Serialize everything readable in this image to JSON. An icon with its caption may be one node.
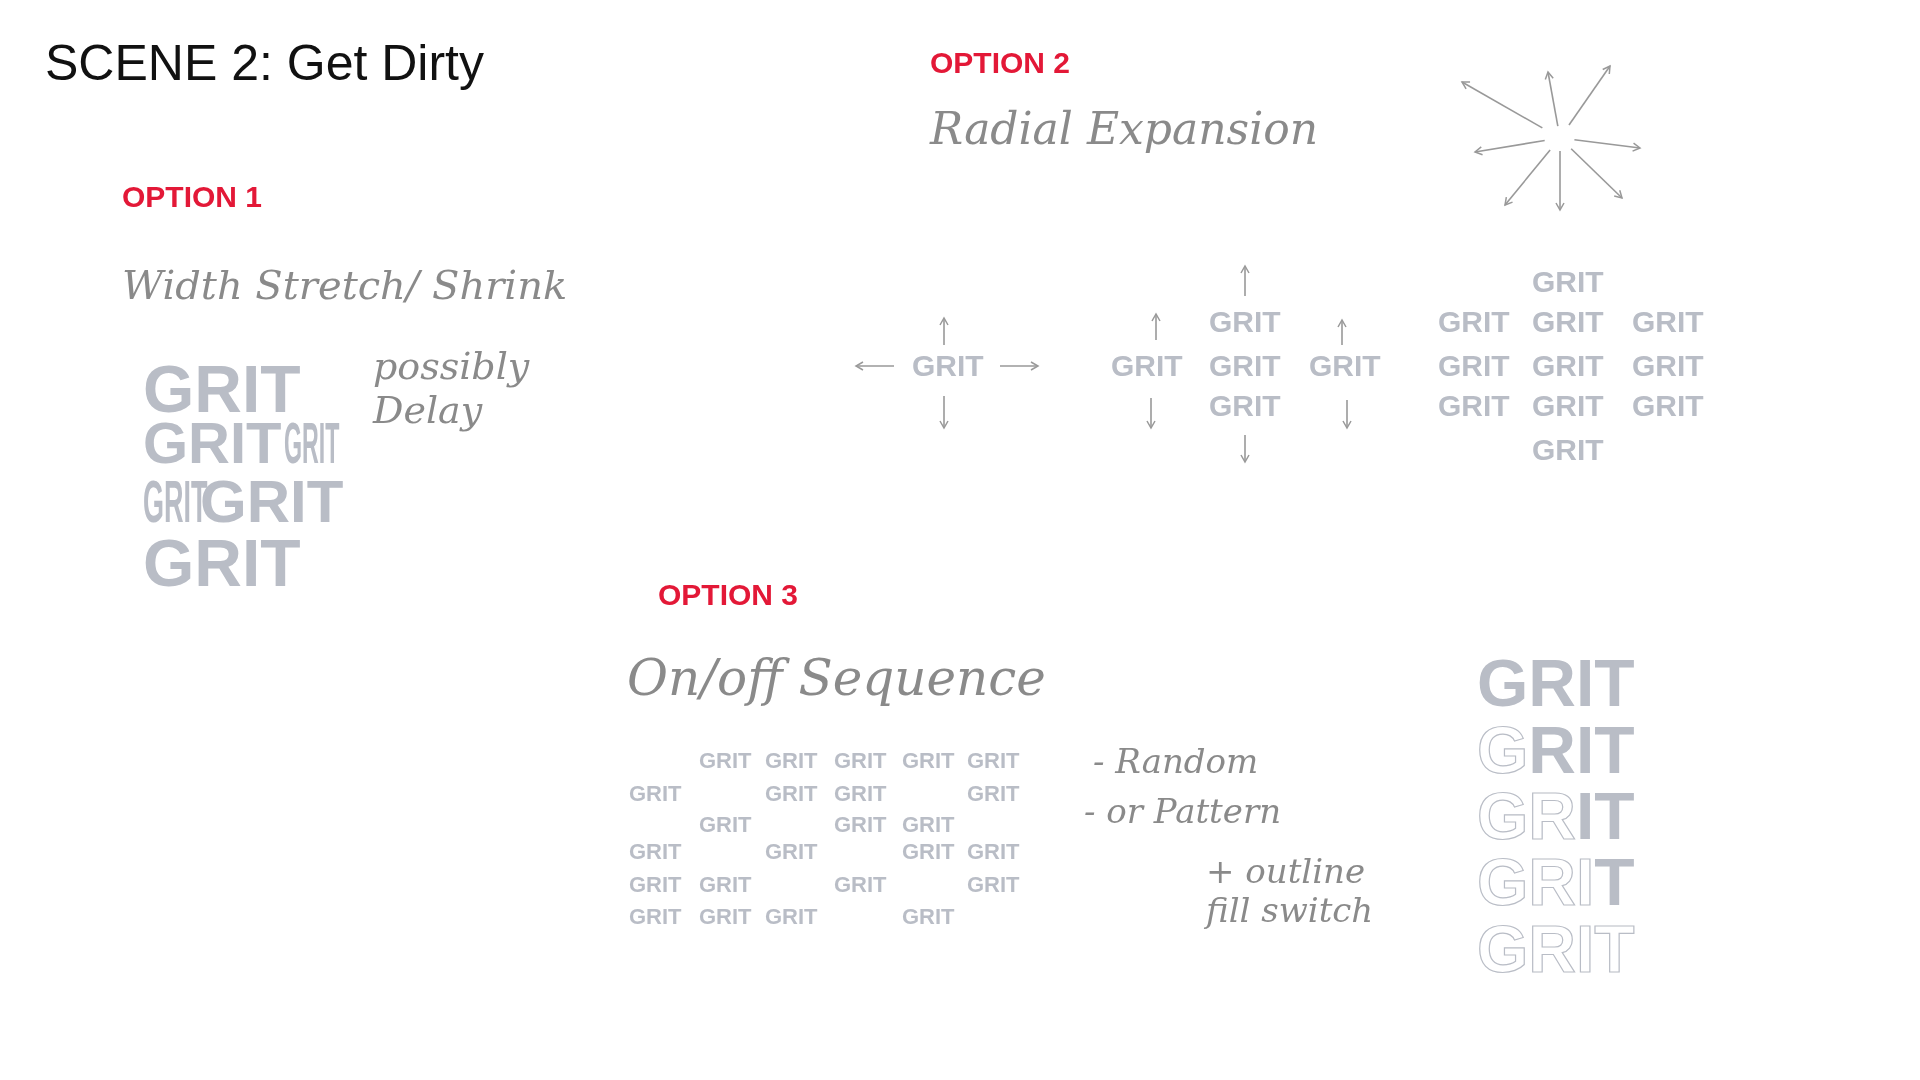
{
  "diagram": {
    "title": "SCENE 2: Get Dirty",
    "labels": [
      "OPTION 1",
      "Width Stretch/ Shrink",
      "possibly Delay",
      "GRIT",
      "GRIT",
      "GRIT",
      "GRIT",
      "GRIT",
      "GRIT",
      "OPTION 2",
      "Radial Expansion",
      "GRIT",
      "GRIT",
      "GRIT",
      "GRIT",
      "GRIT",
      "GRIT",
      "GRIT",
      "GRIT",
      "GRIT",
      "GRIT",
      "GRIT",
      "GRIT",
      "GRIT",
      "GRIT",
      "GRIT",
      "GRIT",
      "GRIT",
      "OPTION 3",
      "On/off Sequence",
      "GRIT",
      "GRIT",
      "GRIT",
      "GRIT",
      "GRIT",
      "GRIT",
      "GRIT",
      "GRIT",
      "GRIT",
      "GRIT",
      "GRIT",
      "GRIT",
      "GRIT",
      "GRIT",
      "GRIT",
      "GRIT",
      "GRIT",
      "GRIT",
      "GRIT",
      "GRIT",
      "GRIT",
      "GRIT",
      "GRIT",
      "GRIT",
      "- Random",
      "- or Pattern",
      "+ outline fill switch",
      "GRIT",
      "GRIT",
      "GRIT",
      "GRIT",
      "GRIT"
    ]
  }
}
